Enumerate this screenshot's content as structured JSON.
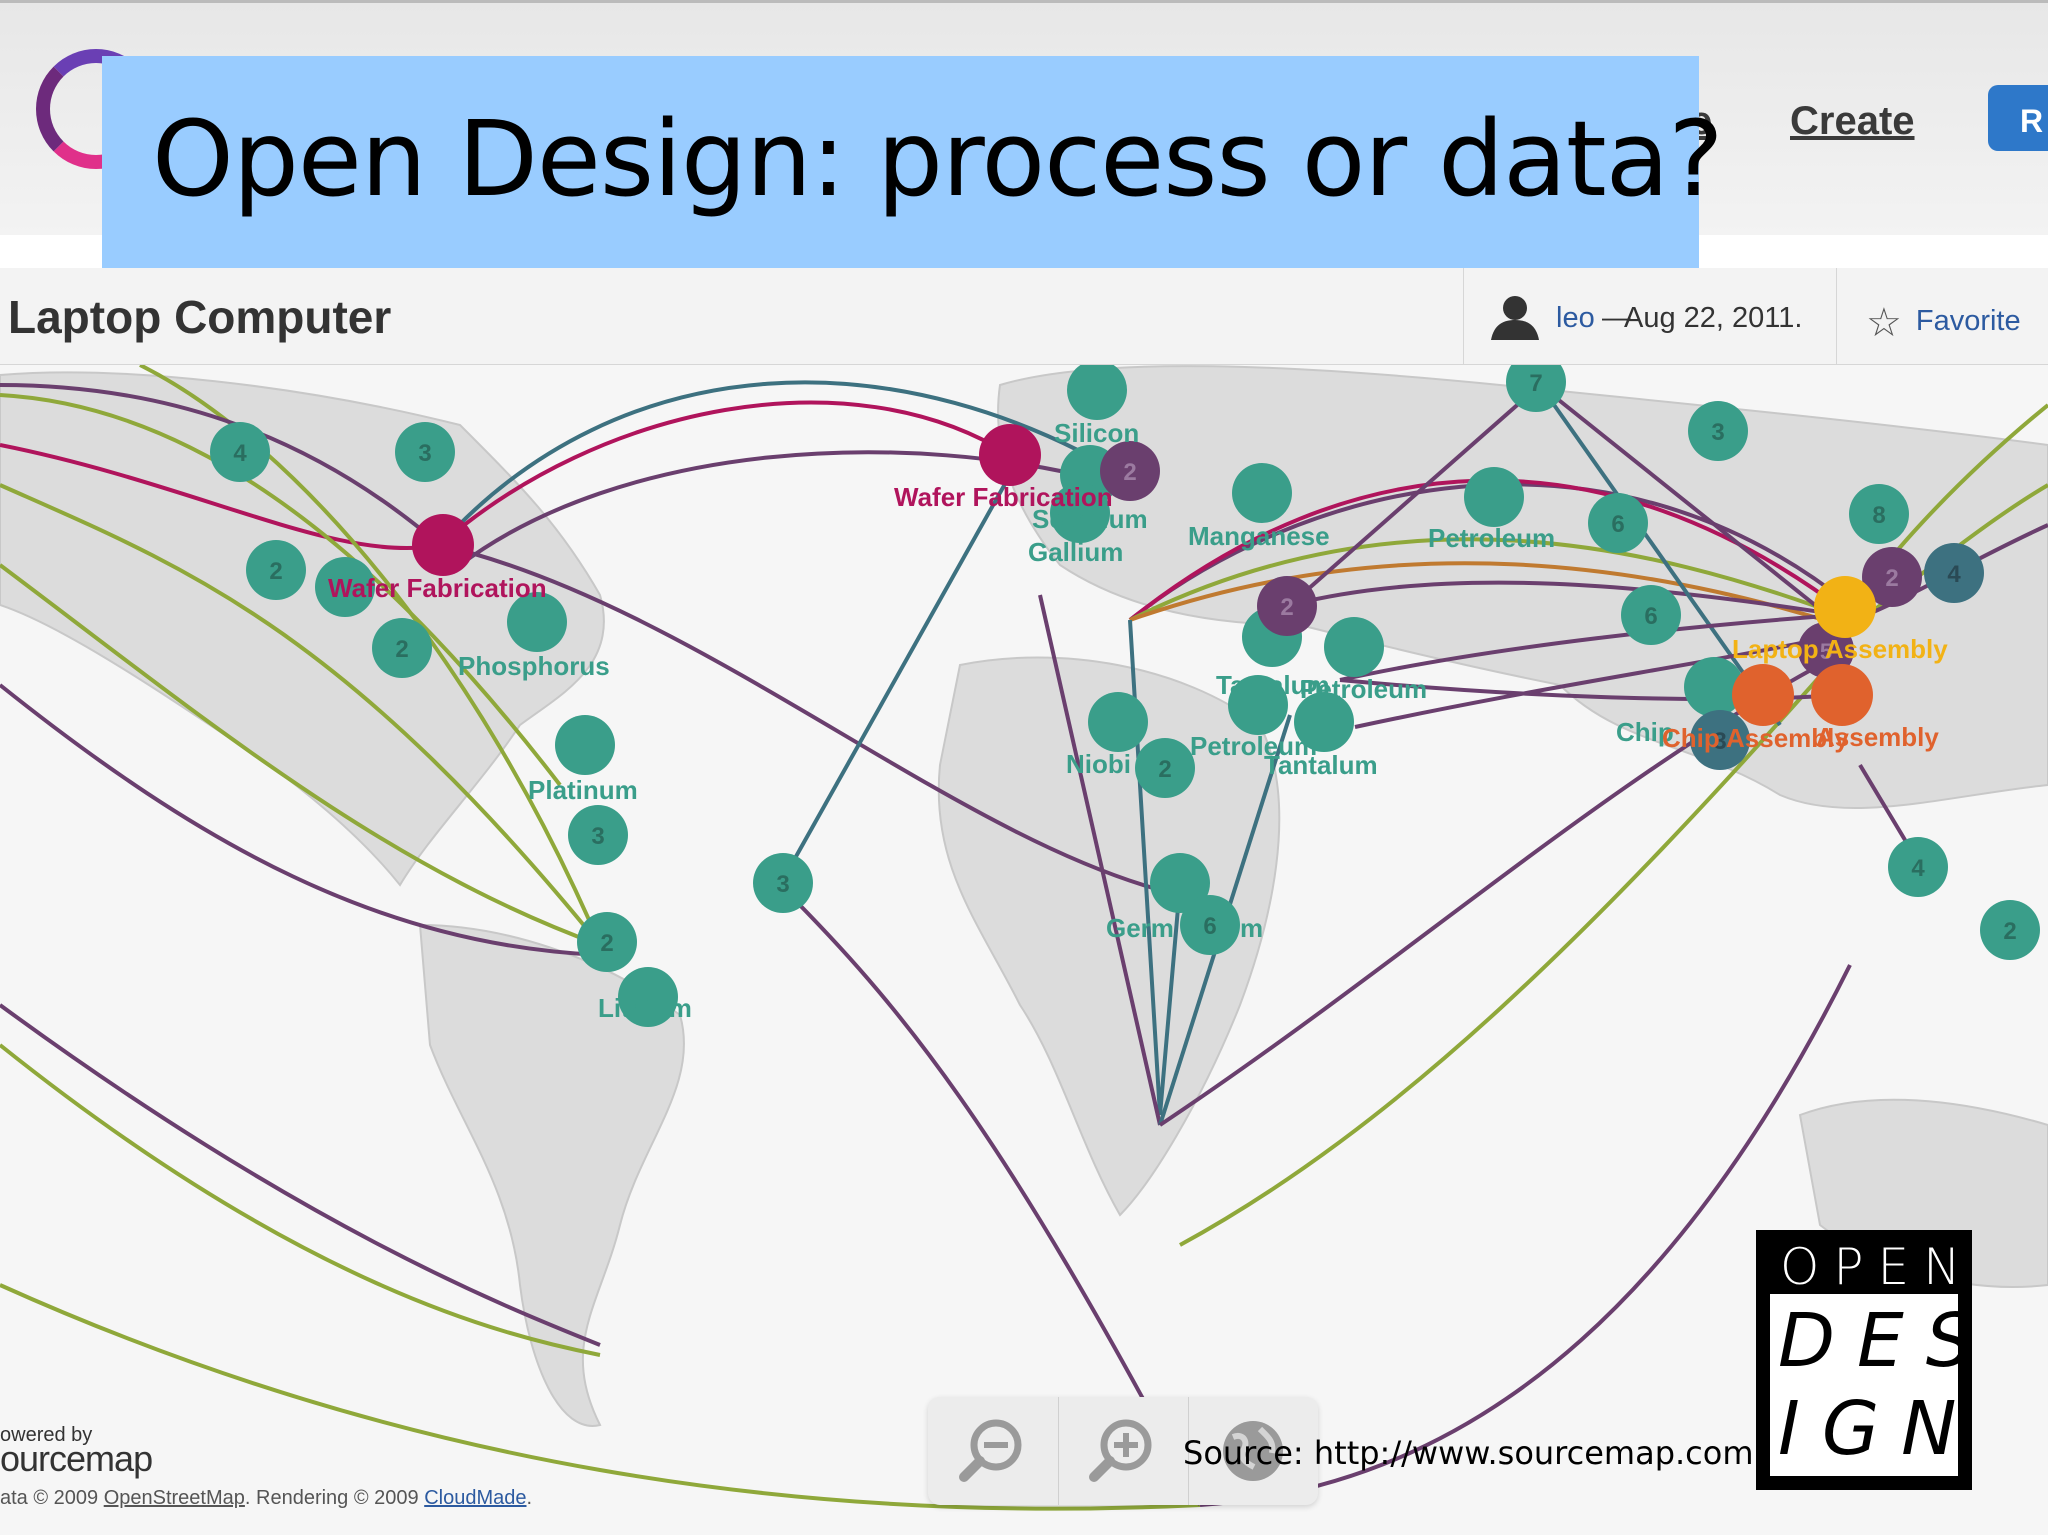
{
  "slide": {
    "title": "Open Design: process or data?",
    "source": "Source: http://www.sourcemap.com",
    "logo": {
      "word_top": "OPEN",
      "word_mid": "DES",
      "word_bottom": "IGN"
    },
    "banner_color": "#99ccff"
  },
  "site_nav": {
    "partial_link": "e",
    "create_link": "Create",
    "button_label": "R"
  },
  "sourcemap": {
    "page_title": "Laptop Computer",
    "author": "leo",
    "separator": "—",
    "date": "Aug 22, 2011.",
    "favorite_label": "Favorite",
    "favorite_icon": "star-icon",
    "user_icon": "user-icon",
    "powered_by": "owered by",
    "powered_logo": "ourcemap",
    "attribution": {
      "prefix": "ata © 2009 ",
      "osm": "OpenStreetMap",
      "middle": ". Rendering © 2009 ",
      "cloudmade": "CloudMade",
      "suffix": "."
    },
    "controls": [
      "zoom-out-icon",
      "zoom-in-icon",
      "globe-icon"
    ],
    "colors": {
      "teal": "#3a9e8a",
      "purple": "#6a3f6e",
      "magenta": "#b0145c",
      "olive": "#8fa83a",
      "orange": "#e0622d",
      "yellow": "#f2b215",
      "slate": "#3d7180"
    },
    "labels": {
      "wafer_na": "Wafer Fabrication",
      "wafer_eu": "Wafer Fabrication",
      "phosphorus": "Phosphorus",
      "platinum": "Platinum",
      "lithium": "Lithium",
      "silicon": "Silicon",
      "selenium": "Selenium",
      "gallium": "Gallium",
      "manganese": "Manganese",
      "petroleum_1": "Petroleum",
      "tantalum_1": "Tantalum",
      "petroleum_2": "Petroleum",
      "petroleum_3": "Petroleum",
      "tantalum_2": "Tantalum",
      "niobium": "Niobi",
      "germanium": "Germ",
      "germanium_tail": "m",
      "laptop_assembly": "Laptop Assembly",
      "chip_1": "Chip",
      "chip_assembly": "Chip Assembly",
      "assembly_overlap": "Assembly"
    },
    "node_counts": {
      "na_4": "4",
      "na_3": "3",
      "na_2a": "2",
      "na_2b": "2",
      "sa_3a": "3",
      "sa_3b": "3",
      "sa_2": "2",
      "eu_2": "2",
      "me_2": "2",
      "af_2": "2",
      "af_6": "6",
      "ru_7": "7",
      "as_3": "3",
      "as_6a": "6",
      "as_6b": "6",
      "as_8": "8",
      "as_2": "2",
      "as_4": "4",
      "as_5": "5",
      "se_3": "3",
      "au_4": "4",
      "au_2": "2"
    }
  }
}
